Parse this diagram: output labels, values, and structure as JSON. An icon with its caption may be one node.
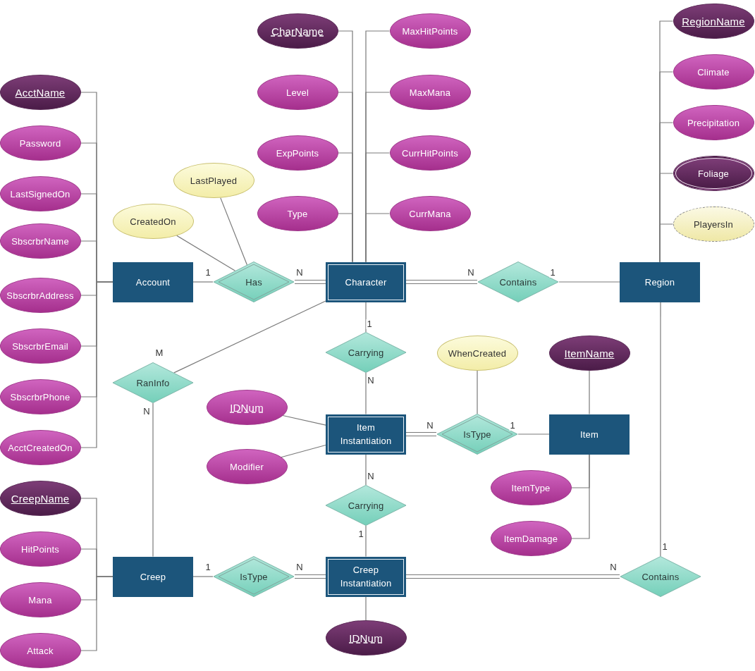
{
  "diagram": {
    "nodes": [
      {
        "text": [
          "CharName"
        ]
      },
      {
        "text": [
          "MaxHitPoints"
        ]
      },
      {
        "text": [
          "RegionName"
        ]
      },
      {
        "text": [
          "Climate"
        ]
      },
      {
        "text": [
          "AcctName"
        ]
      },
      {
        "text": [
          "Level"
        ]
      },
      {
        "text": [
          "MaxMana"
        ]
      },
      {
        "text": [
          "Precipitation"
        ]
      },
      {
        "text": [
          "Password"
        ]
      },
      {
        "text": [
          "ExpPoints"
        ]
      },
      {
        "text": [
          "CurrHitPoints"
        ]
      },
      {
        "text": [
          "Foliage"
        ]
      },
      {
        "text": [
          "LastPlayed"
        ]
      },
      {
        "text": [
          "LastSignedOn"
        ]
      },
      {
        "text": [
          "Type"
        ]
      },
      {
        "text": [
          "CurrMana"
        ]
      },
      {
        "text": [
          "CreatedOn"
        ]
      },
      {
        "text": [
          "PlayersIn"
        ]
      },
      {
        "text": [
          "SbscrbrName"
        ]
      },
      {
        "text": [
          "Account"
        ]
      },
      {
        "text": [
          "Has"
        ]
      },
      {
        "text": [
          "Character"
        ]
      },
      {
        "text": [
          "Contains"
        ]
      },
      {
        "text": [
          "Region"
        ]
      },
      {
        "text": [
          "SbscrbrAddress"
        ]
      },
      {
        "text": [
          "SbscrbrEmail"
        ]
      },
      {
        "text": [
          "Carrying"
        ]
      },
      {
        "text": [
          "WhenCreated"
        ]
      },
      {
        "text": [
          "ItemName"
        ]
      },
      {
        "text": [
          "RanInfo"
        ]
      },
      {
        "text": [
          "SbscrbrPhone"
        ]
      },
      {
        "text": [
          "IDNum"
        ]
      },
      {
        "text": [
          "Item Instantiation"
        ]
      },
      {
        "text": [
          "IsType"
        ]
      },
      {
        "text": [
          "Item"
        ]
      },
      {
        "text": [
          "AcctCreatedOn"
        ]
      },
      {
        "text": [
          "Modifier"
        ]
      },
      {
        "text": [
          "ItemType"
        ]
      },
      {
        "text": [
          "CreepName"
        ]
      },
      {
        "text": [
          "Carrying"
        ]
      },
      {
        "text": [
          "ItemDamage"
        ]
      },
      {
        "text": [
          "HitPoints"
        ]
      },
      {
        "text": [
          "Creep"
        ]
      },
      {
        "text": [
          "IsType"
        ]
      },
      {
        "text": [
          "Creep Instantiation"
        ]
      },
      {
        "text": [
          "Contains"
        ]
      },
      {
        "text": [
          "Mana"
        ]
      },
      {
        "text": [
          "IDNum"
        ]
      },
      {
        "text": [
          "Attack"
        ]
      }
    ],
    "edges": [
      {
        "from": 0,
        "to": 21,
        "arrow": "none"
      },
      {
        "from": 5,
        "to": 21,
        "arrow": "none"
      },
      {
        "from": 9,
        "to": 21,
        "arrow": "none"
      },
      {
        "from": 14,
        "to": 21,
        "arrow": "none"
      },
      {
        "from": 1,
        "to": 21,
        "arrow": "none"
      },
      {
        "from": 6,
        "to": 21,
        "arrow": "none"
      },
      {
        "from": 10,
        "to": 21,
        "arrow": "none"
      },
      {
        "from": 15,
        "to": 21,
        "arrow": "none"
      },
      {
        "from": 2,
        "to": 23,
        "arrow": "none"
      },
      {
        "from": 3,
        "to": 23,
        "arrow": "none"
      },
      {
        "from": 7,
        "to": 23,
        "arrow": "none"
      },
      {
        "from": 11,
        "to": 23,
        "arrow": "none"
      },
      {
        "from": 17,
        "to": 23,
        "arrow": "none"
      },
      {
        "from": 4,
        "to": 19,
        "arrow": "none"
      },
      {
        "from": 8,
        "to": 19,
        "arrow": "none"
      },
      {
        "from": 13,
        "to": 19,
        "arrow": "none"
      },
      {
        "from": 18,
        "to": 19,
        "arrow": "none"
      },
      {
        "from": 24,
        "to": 19,
        "arrow": "none"
      },
      {
        "from": 25,
        "to": 19,
        "arrow": "none"
      },
      {
        "from": 30,
        "to": 19,
        "arrow": "none"
      },
      {
        "from": 35,
        "to": 19,
        "arrow": "none"
      },
      {
        "from": 38,
        "to": 42,
        "arrow": "none"
      },
      {
        "from": 41,
        "to": 42,
        "arrow": "none"
      },
      {
        "from": 46,
        "to": 42,
        "arrow": "none"
      },
      {
        "from": 48,
        "to": 42,
        "arrow": "none"
      },
      {
        "from": 16,
        "to": 20,
        "arrow": "none"
      },
      {
        "from": 12,
        "to": 20,
        "arrow": "none"
      },
      {
        "from": 31,
        "to": 32,
        "arrow": "none"
      },
      {
        "from": 36,
        "to": 32,
        "arrow": "none"
      },
      {
        "from": 27,
        "to": 33,
        "arrow": "none"
      },
      {
        "from": 28,
        "to": 34,
        "arrow": "none"
      },
      {
        "from": 37,
        "to": 34,
        "arrow": "none"
      },
      {
        "from": 40,
        "to": 34,
        "arrow": "none"
      },
      {
        "from": 47,
        "to": 44,
        "arrow": "none"
      },
      {
        "from": 19,
        "to": 20,
        "arrow": "none",
        "label": "1"
      },
      {
        "from": 20,
        "to": 21,
        "arrow": "none",
        "label": "N"
      },
      {
        "from": 21,
        "to": 22,
        "arrow": "none",
        "label": "N"
      },
      {
        "from": 22,
        "to": 23,
        "arrow": "none",
        "label": "1"
      },
      {
        "from": 21,
        "to": 26,
        "arrow": "none",
        "label": "1"
      },
      {
        "from": 26,
        "to": 32,
        "arrow": "none",
        "label": "N"
      },
      {
        "from": 21,
        "to": 29,
        "arrow": "none",
        "label": "M"
      },
      {
        "from": 29,
        "to": 42,
        "arrow": "none",
        "label": "N"
      },
      {
        "from": 32,
        "to": 33,
        "arrow": "none",
        "label": "N"
      },
      {
        "from": 33,
        "to": 34,
        "arrow": "none",
        "label": "1"
      },
      {
        "from": 32,
        "to": 39,
        "arrow": "none",
        "label": "N"
      },
      {
        "from": 39,
        "to": 44,
        "arrow": "none",
        "label": "1"
      },
      {
        "from": 42,
        "to": 43,
        "arrow": "none",
        "label": "1"
      },
      {
        "from": 43,
        "to": 44,
        "arrow": "none",
        "label": "N"
      },
      {
        "from": 44,
        "to": 45,
        "arrow": "none",
        "label": "N"
      },
      {
        "from": 23,
        "to": 45,
        "arrow": "none",
        "label": "1"
      }
    ]
  }
}
